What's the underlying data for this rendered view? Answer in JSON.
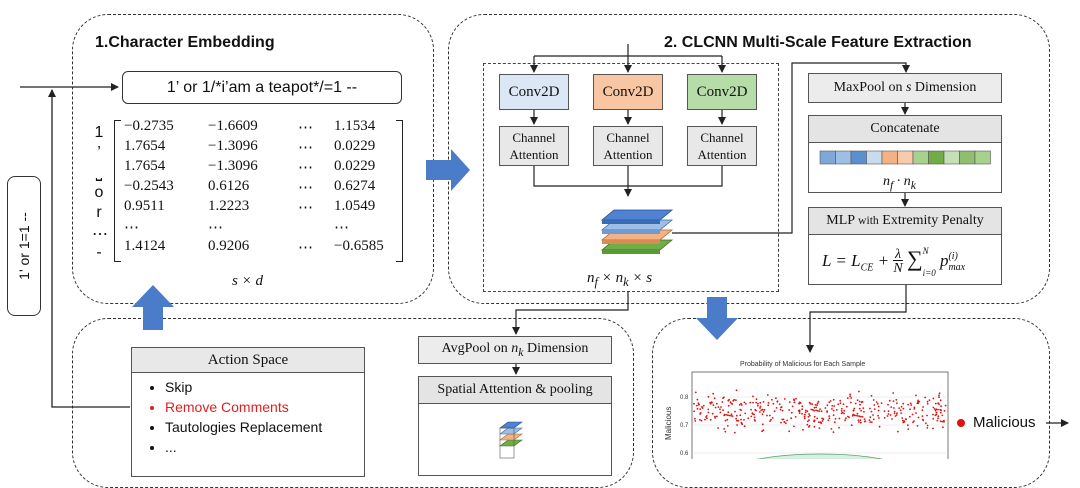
{
  "side_label": "1' or 1=1 --",
  "char_embedding": {
    "title": "1.Character Embedding",
    "input_text": "1’ or 1/*i’am a teapot*/=1 --",
    "row_labels": [
      "1",
      "’",
      "⎵",
      "o",
      "r",
      "⋯",
      "-"
    ],
    "matrix": [
      [
        "−0.2735",
        "−1.6609",
        "⋯",
        "1.1534"
      ],
      [
        "1.7654",
        "−1.3096",
        "⋯",
        "0.0229"
      ],
      [
        "1.7654",
        "−1.3096",
        "⋯",
        "0.0229"
      ],
      [
        "−0.2543",
        "0.6126",
        "⋯",
        "0.6274"
      ],
      [
        "0.9511",
        "1.2223",
        "⋯",
        "1.0549"
      ],
      [
        "⋯",
        "⋯",
        "",
        "⋯"
      ],
      [
        "1.4124",
        "0.9206",
        "⋯",
        "−0.6585"
      ]
    ],
    "dim_label": "s × d"
  },
  "clcnn": {
    "title": "2. CLCNN Multi-Scale Feature Extraction",
    "conv": [
      {
        "label": "Conv2D",
        "color": "#dbe7f5"
      },
      {
        "label": "Conv2D",
        "color": "#f8c6a2"
      },
      {
        "label": "Conv2D",
        "color": "#b6dca7"
      }
    ],
    "channel_attention": [
      "Channel\nAttention",
      "Channel\nAttention",
      "Channel\nAttention"
    ],
    "stack_label": "n_f × n_k × s",
    "maxpool": "MaxPool on s Dimension",
    "concatenate": "Concatenate",
    "concat_label": "n_f · n_k",
    "mlp": "MLP with Extremity Penalty",
    "formula": "L = L_CE + λ/N Σ_{i=0}^{N} p_max^(i)",
    "concat_colors": [
      "#7fa7d8",
      "#9dbfe6",
      "#5b8fcf",
      "#c9dbef",
      "#f4b183",
      "#f8cbad",
      "#a9d18e",
      "#70ad47",
      "#c5e0b4",
      "#8fbf6e",
      "#a9d18e"
    ]
  },
  "avgpool": {
    "label": "AvgPool on n_k Dimension",
    "spatial": "Spatial Attention & pooling"
  },
  "action_space": {
    "title": "Action Space",
    "items": [
      {
        "text": "Skip",
        "color": "#111111"
      },
      {
        "text": "Remove Comments",
        "color": "#e02020"
      },
      {
        "text": "Tautologies Replacement",
        "color": "#111111"
      },
      {
        "text": "...",
        "color": "#111111"
      }
    ]
  },
  "prob_chart": {
    "title": "Probability of Malicious for Each Sample",
    "ylabel": "Malicious",
    "yticks": [
      "0.8",
      "0.7",
      "0.6"
    ],
    "legend": "Malicious",
    "legend_color": "#e01010"
  }
}
